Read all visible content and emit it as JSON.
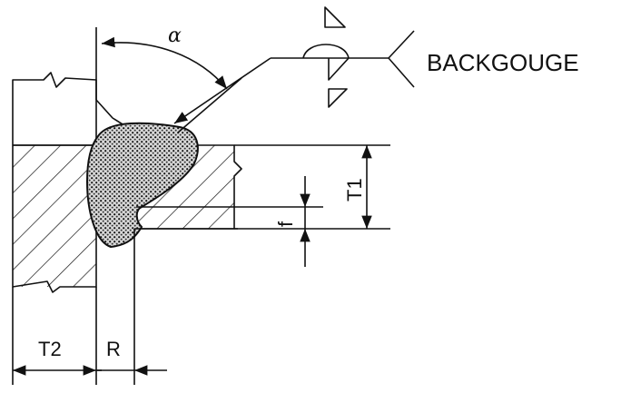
{
  "labels": {
    "alpha": "α",
    "backgouge": "BACKGOUGE",
    "t1": "T1",
    "t2": "T2",
    "r": "R",
    "f": "f"
  },
  "colors": {
    "line": "#111111",
    "weld_fill": "#8a8a8a",
    "background": "#ffffff"
  },
  "icons": [
    "weld-symbol-fillet-icon",
    "weld-symbol-bevel-icon",
    "weld-symbol-melt-through-icon"
  ]
}
